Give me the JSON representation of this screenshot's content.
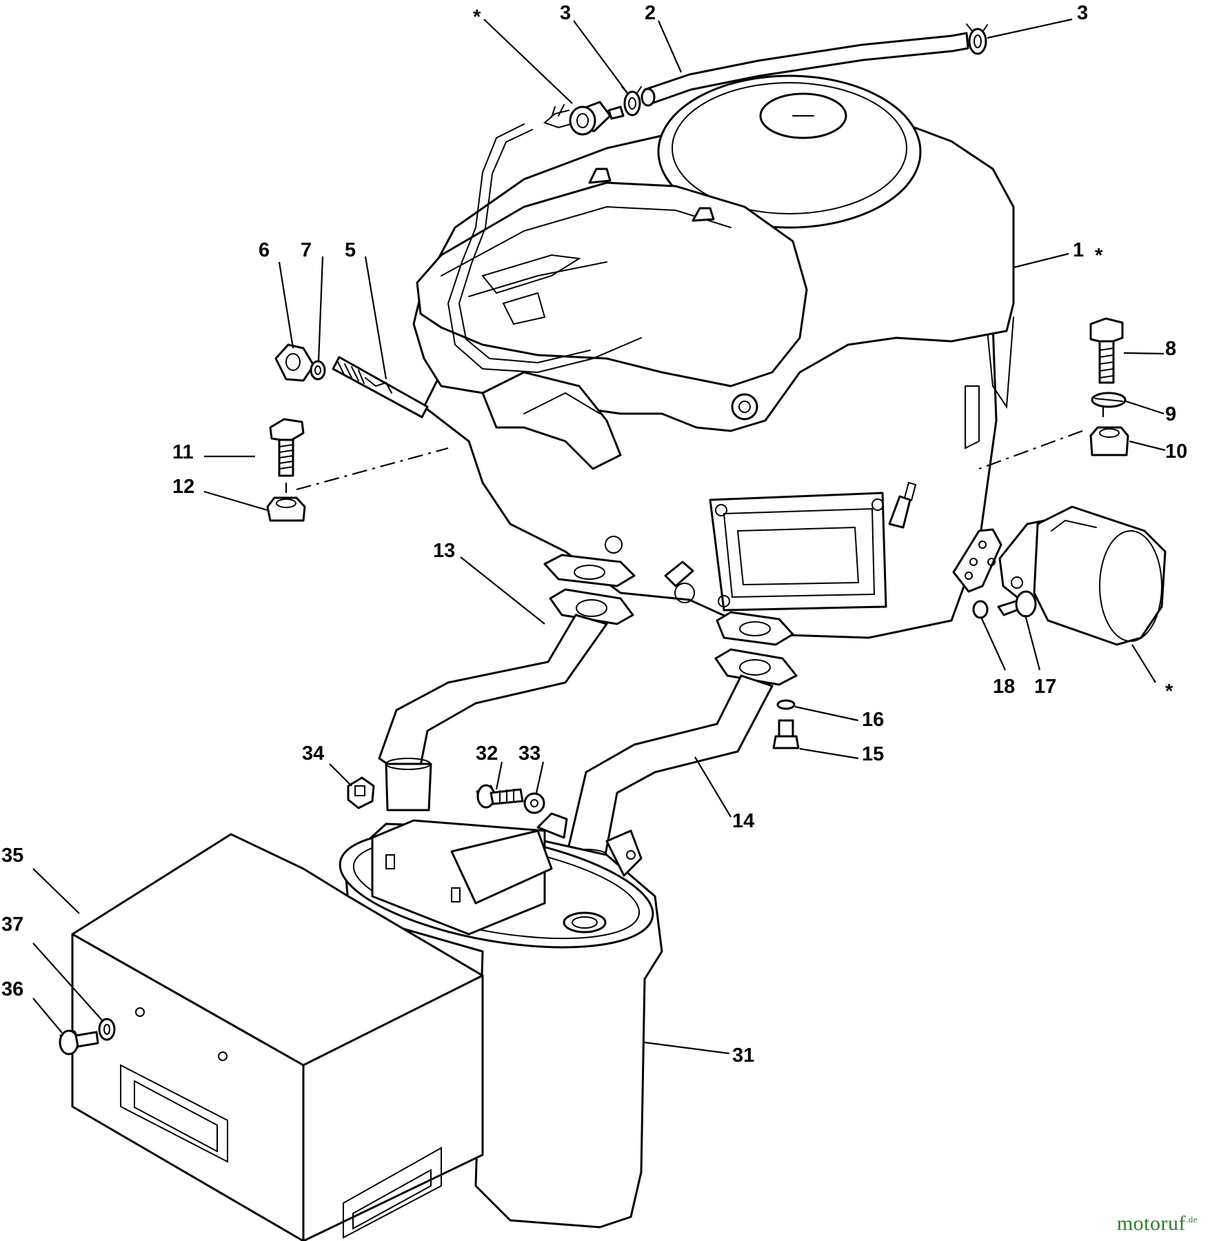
{
  "title": "Engine, fuel line, oil filter and muffler exploded parts diagram",
  "callouts": {
    "c_star_top": "*",
    "c3a": "3",
    "c2": "2",
    "c3b": "3",
    "c1": "1",
    "c1_star": "*",
    "c6": "6",
    "c7": "7",
    "c5": "5",
    "c8": "8",
    "c9": "9",
    "c10": "10",
    "c11": "11",
    "c12": "12",
    "c13": "13",
    "c18": "18",
    "c17": "17",
    "c_star_filter": "*",
    "c16": "16",
    "c15": "15",
    "c34": "34",
    "c32": "32",
    "c33": "33",
    "c14": "14",
    "c35": "35",
    "c37": "37",
    "c36": "36",
    "c31": "31"
  },
  "watermark": {
    "brand": "motoruf",
    "suffix": ".de"
  }
}
